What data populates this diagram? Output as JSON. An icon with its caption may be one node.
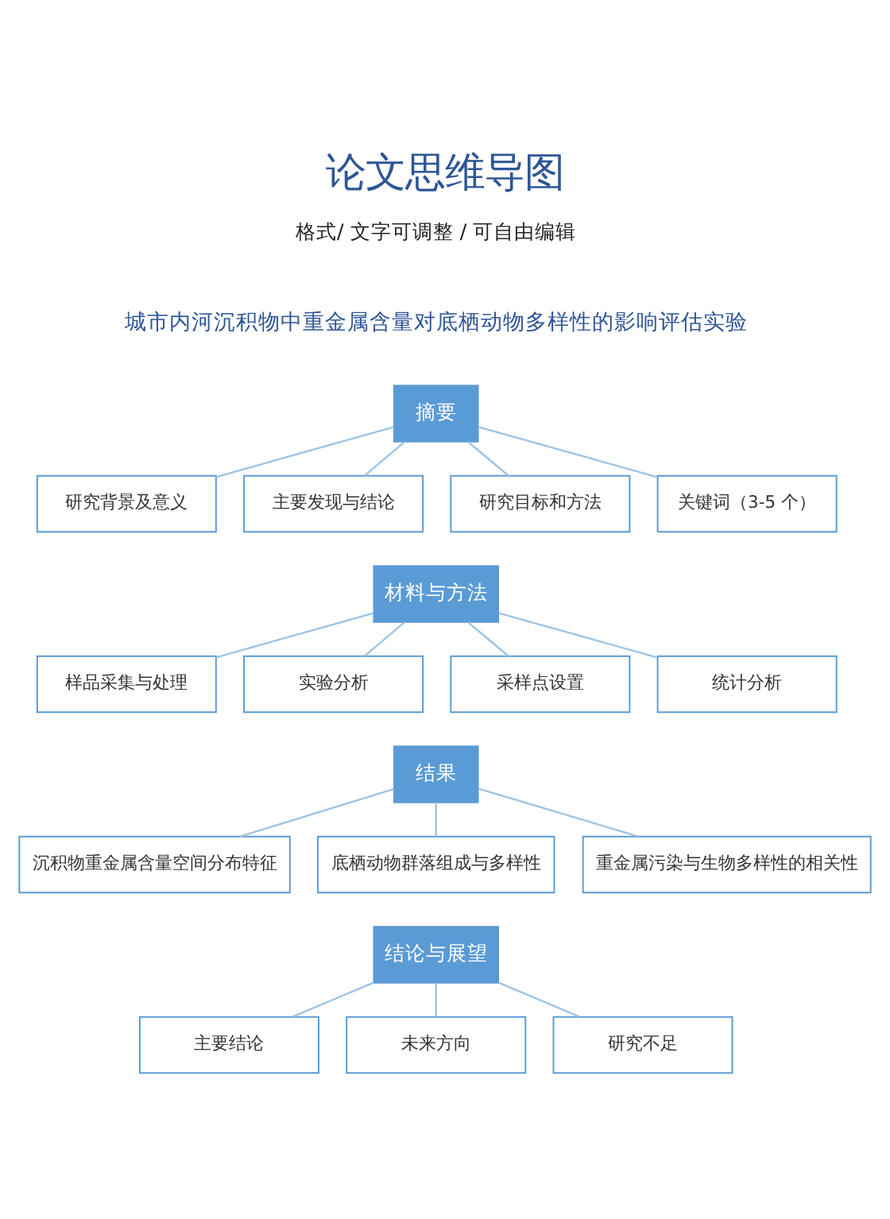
{
  "diagram": {
    "title": "论文思维导图",
    "nodes": [
      {
        "text": [
          "摘要"
        ]
      },
      {
        "text": [
          "研究背景及意义"
        ]
      },
      {
        "text": [
          "主要发现与结论"
        ]
      },
      {
        "text": [
          "研究目标和方法"
        ]
      },
      {
        "text": [
          "关键词（3-5 个）"
        ]
      },
      {
        "text": [
          "材料与方法"
        ]
      },
      {
        "text": [
          "样品采集与处理"
        ]
      },
      {
        "text": [
          "实验分析"
        ]
      },
      {
        "text": [
          "采样点设置"
        ]
      },
      {
        "text": [
          "统计分析"
        ]
      },
      {
        "text": [
          "结果"
        ]
      },
      {
        "text": [
          "沉积物重金属含量空间分布特征"
        ]
      },
      {
        "text": [
          "底栖动物群落组成与多样性"
        ]
      },
      {
        "text": [
          "重金属污染与生物多样性的相关性"
        ]
      },
      {
        "text": [
          "结论与展望"
        ]
      },
      {
        "text": [
          "主要结论"
        ]
      },
      {
        "text": [
          "未来方向"
        ]
      },
      {
        "text": [
          "研究不足"
        ]
      }
    ],
    "edges": [
      {
        "from": 0,
        "to": 1,
        "arrow": "none"
      },
      {
        "from": 0,
        "to": 2,
        "arrow": "none"
      },
      {
        "from": 0,
        "to": 3,
        "arrow": "none"
      },
      {
        "from": 0,
        "to": 4,
        "arrow": "none"
      },
      {
        "from": 5,
        "to": 6,
        "arrow": "none"
      },
      {
        "from": 5,
        "to": 7,
        "arrow": "none"
      },
      {
        "from": 5,
        "to": 8,
        "arrow": "none"
      },
      {
        "from": 5,
        "to": 9,
        "arrow": "none"
      },
      {
        "from": 10,
        "to": 11,
        "arrow": "none"
      },
      {
        "from": 10,
        "to": 12,
        "arrow": "none"
      },
      {
        "from": 10,
        "to": 13,
        "arrow": "none"
      },
      {
        "from": 14,
        "to": 15,
        "arrow": "none"
      },
      {
        "from": 14,
        "to": 16,
        "arrow": "none"
      },
      {
        "from": 14,
        "to": 17,
        "arrow": "none"
      }
    ],
    "labels": [
      "格式/ 文字可调整 / 可自由编辑",
      "城市内河沉积物中重金属含量对底栖动物多样性的影响评估实验"
    ]
  }
}
